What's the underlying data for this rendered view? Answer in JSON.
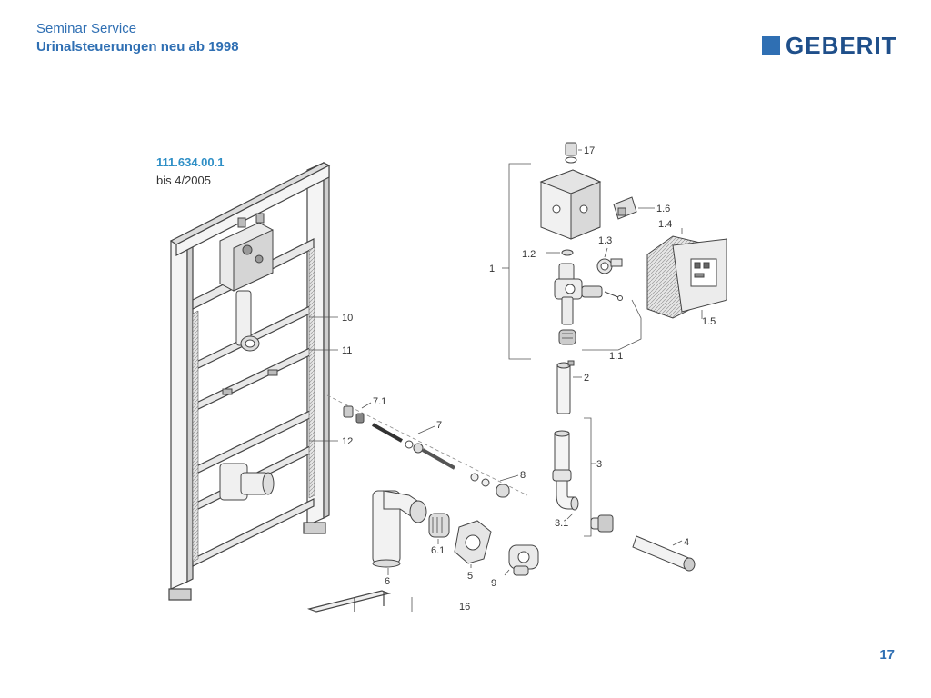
{
  "header": {
    "line1": "Seminar Service",
    "line2": "Urinalsteuerungen neu ab 1998"
  },
  "logo": {
    "text": "GEBERIT"
  },
  "diagram": {
    "part_number": "111.634.00.1",
    "validity": "bis 4/2005",
    "labels": {
      "l17": "17",
      "l16b": "1.6",
      "l14": "1.4",
      "l13": "1.3",
      "l12b": "1.2",
      "l1": "1",
      "l15": "1.5",
      "l11b": "1.1",
      "l2": "2",
      "l3": "3",
      "l31": "3.1",
      "l4": "4",
      "l10": "10",
      "l11": "11",
      "l12": "12",
      "l71": "7.1",
      "l7": "7",
      "l8": "8",
      "l6": "6",
      "l61": "6.1",
      "l5": "5",
      "l9": "9",
      "l16": "16"
    }
  },
  "page_number": "17",
  "colors": {
    "brand_blue": "#2f6fb3",
    "part_blue": "#2f8fc6"
  }
}
